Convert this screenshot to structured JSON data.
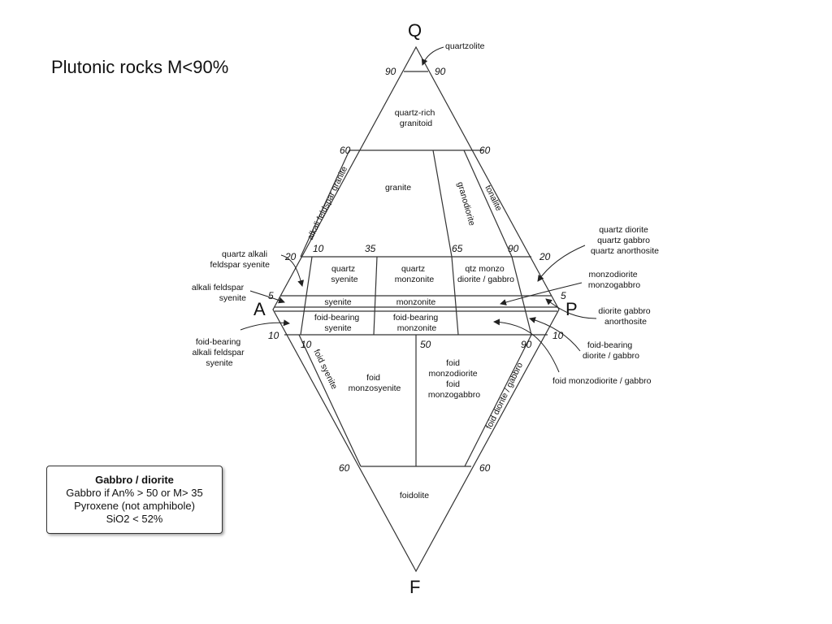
{
  "page": {
    "title": "Plutonic rocks M<90%"
  },
  "vertices": {
    "q": "Q",
    "a": "A",
    "p": "P",
    "f": "F"
  },
  "scale": {
    "n90": "90",
    "n60": "60",
    "n20": "20",
    "n10": "10",
    "n5": "5",
    "n35": "35",
    "n65": "65",
    "n50": "50"
  },
  "fields": {
    "quartz_rich": [
      "quartz-rich",
      "granitoid"
    ],
    "granite": "granite",
    "alkali_feldspar_granite": "alkali feldspar granite",
    "granodiorite": "granodiorite",
    "tonalite": "tonalite",
    "quartz_syenite": [
      "quartz",
      "syenite"
    ],
    "quartz_monzonite": [
      "quartz",
      "monzonite"
    ],
    "qtz_monzo": [
      "qtz monzo",
      "diorite / gabbro"
    ],
    "syenite": "syenite",
    "monzonite": "monzonite",
    "foid_bearing_syenite": [
      "foid-bearing",
      "syenite"
    ],
    "foid_bearing_monzonite": [
      "foid-bearing",
      "monzonite"
    ],
    "foid_syenite": "foid syenite",
    "foid_monzosyenite": [
      "foid",
      "monzosyenite"
    ],
    "foid_monzodiorite": [
      "foid",
      "monzodiorite",
      "foid",
      "monzogabbro"
    ],
    "foid_diorite": "foid diorite / gabbro",
    "foidolite": "foidolite"
  },
  "callouts": {
    "quartzolite": "quartzolite",
    "quartz_alkali": [
      "quartz alkali",
      "feldspar syenite"
    ],
    "alkali_syenite": [
      "alkali feldspar",
      "syenite"
    ],
    "foid_bearing_alkali": [
      "foid-bearing",
      "alkali feldspar",
      "syenite"
    ],
    "quartz_diorite": [
      "quartz diorite",
      "quartz gabbro",
      "quartz anorthosite"
    ],
    "monzodiorite": [
      "monzodiorite",
      "monzogabbro"
    ],
    "diorite_gabbro": [
      "diorite gabbro",
      "anorthosite"
    ],
    "foid_bearing_diorite": [
      "foid-bearing",
      "diorite / gabbro"
    ],
    "foid_monzodiorite": "foid monzodiorite / gabbro"
  },
  "info_box": {
    "heading": "Gabbro / diorite",
    "line1": "Gabbro if An% > 50 or M> 35",
    "line2": "Pyroxene (not amphibole)",
    "line3": "SiO2 < 52%"
  }
}
